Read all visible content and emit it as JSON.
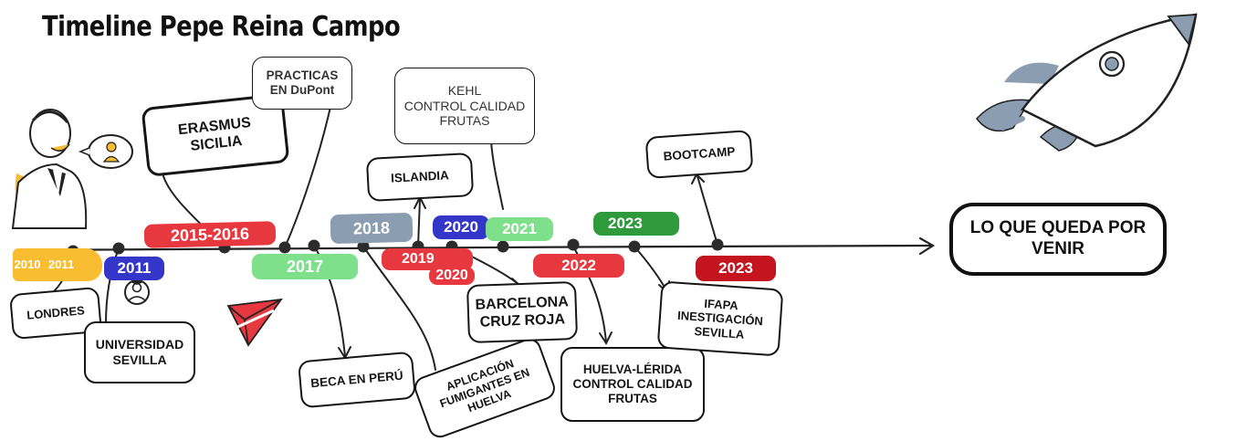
{
  "title": "Timeline Pepe Reina Campo",
  "colors": {
    "red": "#e8383f",
    "green": "#7ee08a",
    "blue": "#3436c9",
    "slate": "#8a9db1",
    "yellow": "#f9bd32",
    "dark_green": "#2f9a3b",
    "dark_red": "#c4141f",
    "line": "#222222"
  },
  "icons": {
    "person": "man-with-speech-bubble-icon",
    "graduate": "graduate-icon",
    "paper_plane": "paper-plane-icon",
    "rocket": "rocket-icon",
    "arrow": "arrow-right-icon"
  },
  "year_tags": {
    "y2010": "2010",
    "y2011_a": "2011",
    "y2011_b": "2011",
    "y2015_2016": "2015-2016",
    "y2017": "2017",
    "y2018": "2018",
    "y2019": "2019",
    "y2020_a": "2020",
    "y2020_b": "2020",
    "y2021": "2021",
    "y2022": "2022",
    "y2023_a": "2023",
    "y2023_b": "2023"
  },
  "events": {
    "londres": "LONDRES",
    "universidad": "UNIVERSIDAD\nSEVILLA",
    "erasmus": "ERASMUS\nSICILIA",
    "practicas": "PRACTICAS\nEN DuPont",
    "beca_peru": "BECA EN PERÚ",
    "aplicacion": "APLICACIÓN\nFUMIGANTES EN\nHUELVA",
    "islandia": "ISLANDIA",
    "kehl": "KEHL\nCONTROL CALIDAD\nFRUTAS",
    "barcelona": "BARCELONA\nCRUZ ROJA",
    "huelva_lerida": "HUELVA-LÉRIDA\nCONTROL CALIDAD\nFRUTAS",
    "bootcamp": "BOOTCAMP",
    "ifapa": "IFAPA\nINESTIGACIÓN\nSEVILLA",
    "future": "LO QUE QUEDA POR\nVENIR"
  }
}
